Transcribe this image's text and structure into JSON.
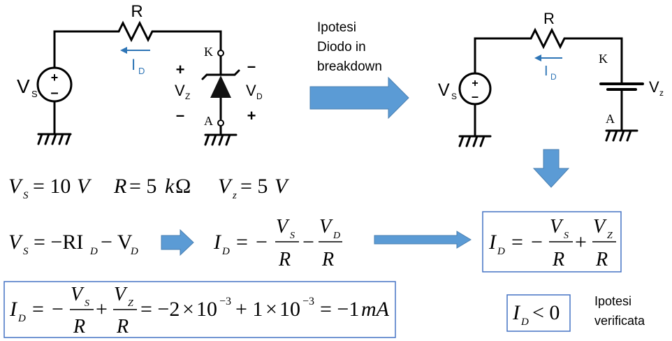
{
  "circuit_left": {
    "R": "R",
    "V": "V",
    "V_sub": "S",
    "I": "I",
    "I_sub": "D",
    "K": "K",
    "A": "A",
    "VZ": "V",
    "VZ_sub": "Z",
    "VD": "V",
    "VD_sub": "D",
    "plus": "+",
    "minus": "–"
  },
  "hypothesis": {
    "line1": "Ipotesi",
    "line2": "Diodo in",
    "line3": "breakdown"
  },
  "circuit_right": {
    "R": "R",
    "V": "V",
    "V_sub": "S",
    "I": "I",
    "I_sub": "D",
    "K": "K",
    "A": "A",
    "VZ": "V",
    "VZ_sub": "z"
  },
  "params": {
    "vs": "= 10",
    "vs_unit": "V",
    "r": "= 5",
    "r_unit_k": "k",
    "r_unit_ohm": "Ω",
    "vz": "= 5",
    "vz_unit": "V"
  },
  "equations": {
    "kvl_rhs": "= −RI",
    "kvl_minus": "− V",
    "minus": "−",
    "plus": "+",
    "lt": "< 0"
  },
  "result": {
    "mult": "×",
    "ten": "10",
    "exp": "−3",
    "val_neg2": "= −2",
    "val_plus1": "+ 1",
    "final": "= −1",
    "final_unit": "mA"
  },
  "verdict": {
    "line1": "Ipotesi",
    "line2": "verificata"
  },
  "colors": {
    "arrow_fill": "#5b9bd5",
    "arrow_stroke": "#4a7fb0",
    "current_label": "#2e75b6",
    "box_border": "#4472c4"
  },
  "icons": [
    "voltage-source-icon",
    "resistor-icon",
    "zener-diode-icon",
    "battery-icon",
    "ground-icon",
    "arrow-icon"
  ]
}
